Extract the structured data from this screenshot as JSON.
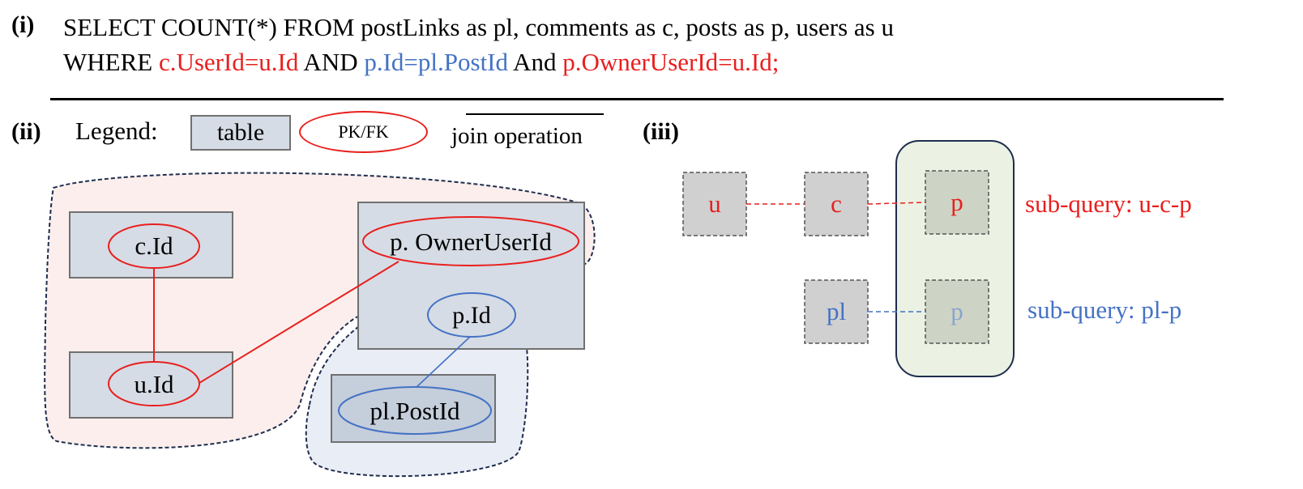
{
  "part_i": {
    "label": "(i)",
    "line1": "SELECT COUNT(*) FROM postLinks as pl, comments as c, posts as p, users  as u",
    "line2": {
      "where": "WHERE ",
      "cond1": "c.UserId=u.Id",
      "and1": " AND ",
      "cond2": "p.Id=pl.PostId",
      "and2": " And ",
      "cond3": "p.OwnerUserId=u.Id;"
    }
  },
  "part_ii": {
    "label": "(ii)",
    "legend": {
      "title": "Legend:",
      "table": "table",
      "pkfk": "PK/FK",
      "join": "join operation"
    },
    "keys": {
      "c_id": "c.Id",
      "u_id": "u.Id",
      "p_owner": "p. OwnerUserId",
      "p_id": "p.Id",
      "pl_postid": "pl.PostId"
    }
  },
  "part_iii": {
    "label": "(iii)",
    "tables": {
      "u": "u",
      "c": "c",
      "p_top": "p",
      "pl": "pl",
      "p_bottom": "p"
    },
    "subquery_red": "sub-query: u-c-p",
    "subquery_blue": "sub-query: pl-p"
  },
  "colors": {
    "red": "#e8201e",
    "blue": "#4472c4",
    "table_fill": "#d6dce5",
    "table_border": "#707070",
    "red_region": "#fbeeec",
    "blue_region": "#e9edf6",
    "region_border": "#1f2d4e",
    "gray_table": "#d0d0d0",
    "green_box": "#ebf2e3",
    "green_box_border": "#1f2d4e"
  }
}
